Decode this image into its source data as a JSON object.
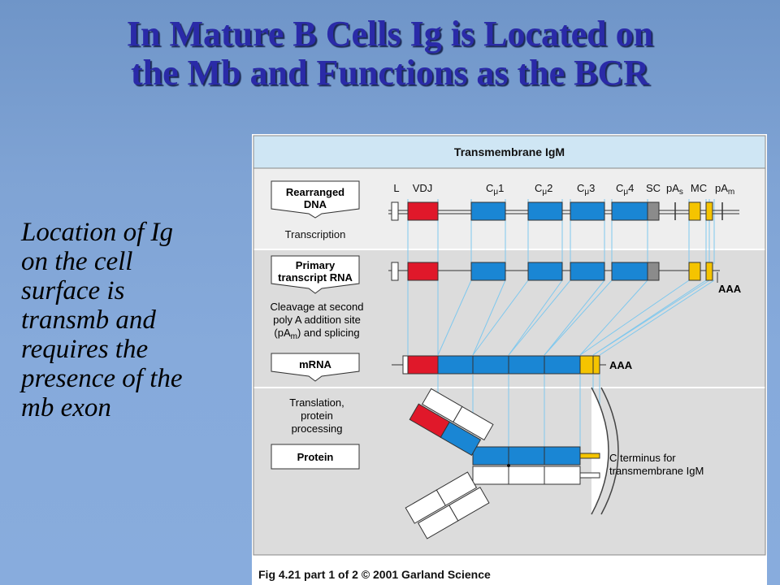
{
  "slide": {
    "title_lines": [
      "In Mature B Cells Ig is Located on",
      "the Mb and Functions as the BCR"
    ],
    "body_lines": [
      "Location of Ig",
      "on the cell",
      "surface is",
      "transmb and",
      "requires the",
      "presence of the",
      "mb exon"
    ]
  },
  "figure": {
    "title": "Transmembrane IgM",
    "stages": {
      "dna": [
        "Rearranged",
        "DNA"
      ],
      "transcription": "Transcription",
      "primary": [
        "Primary",
        "transcript RNA"
      ],
      "cleavage": [
        "Cleavage at second",
        "poly A addition site",
        "(pA",
        "m",
        ") and splicing"
      ],
      "mrna": "mRNA",
      "translation": [
        "Translation,",
        "protein",
        "processing"
      ],
      "protein": "Protein"
    },
    "gene_labels": {
      "L": "L",
      "VDJ": "VDJ",
      "C": "C",
      "mu": "μ",
      "c1": "1",
      "c2": "2",
      "c3": "3",
      "c4": "4",
      "SC": "SC",
      "pA": "pA",
      "s": "s",
      "MC": "MC",
      "m": "m"
    },
    "aaa": "AAA",
    "c_terminus": [
      "C terminus for",
      "transmembrane IgM"
    ],
    "caption": "Fig 4.21 part 1 of 2  © 2001 Garland Science"
  },
  "colors": {
    "vdj": "#e0182a",
    "constant": "#1a86d4",
    "mb_exon": "#f5c400",
    "sc_exon": "#8b8b8b",
    "header_band": "#cfe6f4",
    "panel_gray": "#dcdcdc",
    "title_text": "#2a2aa8"
  }
}
